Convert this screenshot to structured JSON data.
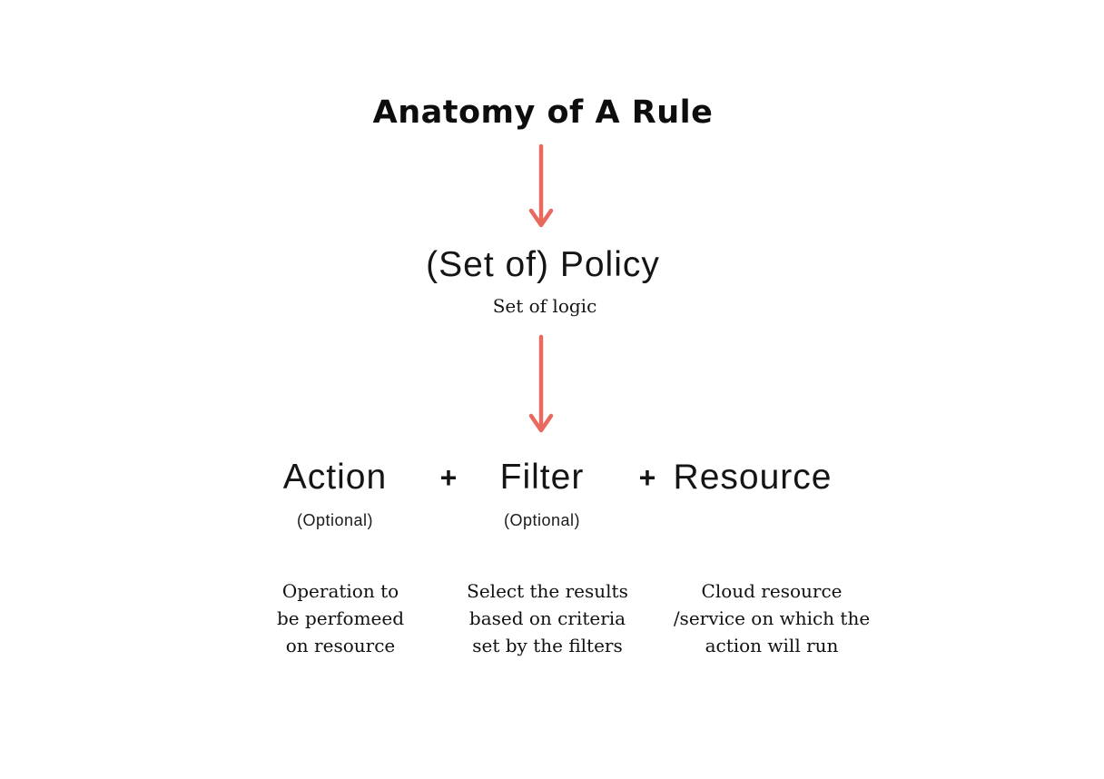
{
  "title": "Anatomy of A Rule",
  "policy": {
    "label": "(Set of) Policy",
    "sub": "Set of logic"
  },
  "formula": {
    "action": "Action",
    "plus1": "+",
    "filter": "Filter",
    "plus2": "+",
    "resource": "Resource",
    "action_optional": "(Optional)",
    "filter_optional": "(Optional)"
  },
  "descriptions": {
    "action": "Operation to\nbe perfomeed\non resource",
    "filter": "Select the results\nbased on criteria\nset by the filters",
    "resource": "Cloud resource\n/service on which the\naction will run"
  },
  "colors": {
    "arrow": "#e8695e",
    "text": "#111111",
    "background": "#ffffff"
  }
}
